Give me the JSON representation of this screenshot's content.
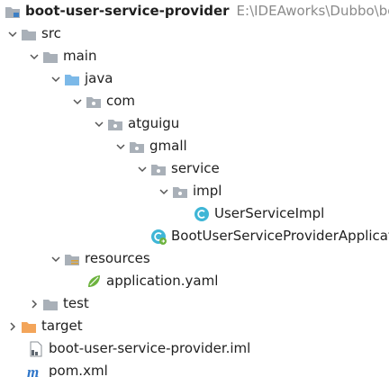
{
  "project": {
    "name": "boot-user-service-provider",
    "path": "E:\\IDEAworks\\Dubbo\\boot"
  },
  "tree": {
    "src": "src",
    "main": "main",
    "java": "java",
    "com": "com",
    "atguigu": "atguigu",
    "gmall": "gmall",
    "service": "service",
    "impl": "impl",
    "user_service_impl": "UserServiceImpl",
    "application_class": "BootUserServiceProviderApplicat",
    "resources": "resources",
    "application_yaml": "application.yaml",
    "test": "test",
    "target": "target",
    "iml_file": "boot-user-service-provider.iml",
    "pom": "pom.xml"
  },
  "colors": {
    "folder_gray": "#a9b0b8",
    "folder_blue": "#7cb9e8",
    "folder_orange": "#f3a55a",
    "class_cyan": "#3fb6d6",
    "spring_green": "#6db33f",
    "maven_blue": "#2f76c9",
    "path_gray": "#8a8a8a"
  },
  "icons": {
    "expanded": "chevron-down-icon",
    "collapsed": "chevron-right-icon",
    "module": "module-folder-icon",
    "folder": "folder-icon",
    "source_root": "source-root-folder-icon",
    "package": "package-icon",
    "resources": "resources-folder-icon",
    "excluded": "excluded-folder-icon",
    "class": "class-icon",
    "spring_boot": "spring-boot-class-icon",
    "yaml": "yaml-spring-icon",
    "iml": "iml-file-icon",
    "maven": "maven-pom-icon"
  }
}
